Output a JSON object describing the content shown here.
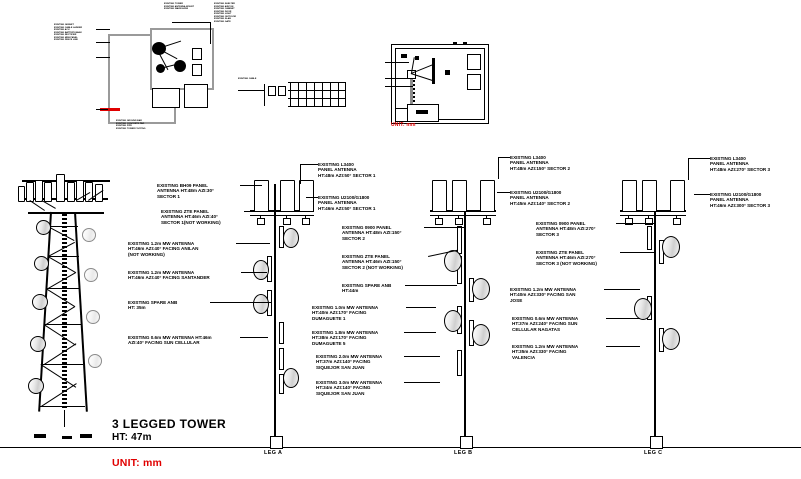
{
  "drawing": {
    "title": "3 LEGGED TOWER",
    "height_note": "HT: 47m",
    "unit_note": "UNIT: mm",
    "unit_note_plan": "UNIT: mm",
    "colors": {
      "ink": "#000000",
      "accent_red": "#e00000",
      "detail_gray": "#8c8c8c",
      "dish_fill": "#dcdcdc"
    }
  },
  "legs": [
    {
      "id": "leg-a",
      "label": "LEG A"
    },
    {
      "id": "leg-b",
      "label": "LEG B"
    },
    {
      "id": "leg-c",
      "label": "LEG C"
    }
  ],
  "annotations": {
    "leg_a_left": [
      {
        "id": "a1",
        "text": "EXISTING BH09 PANEL\nANTENNA HT:48m AZI:30°\nSECTOR 1"
      },
      {
        "id": "a2",
        "text": "EXISTING ZTE PANEL\nANTENNA HT:46m AZI:40°\nSECTOR 1(NOT WORKING)"
      },
      {
        "id": "a3",
        "text": "EXISTING 1.2m MW ANTENNA\nHT:46m AZI:40° FACING ANILAN\n(NOT WORKING)"
      },
      {
        "id": "a4",
        "text": "EXISTING 1.2m MW ANTENNA\nHT:46m AZI:40° FACING SANTANDER"
      },
      {
        "id": "a5",
        "text": "EXISTING  SPARE ANB\nHT: 35m"
      },
      {
        "id": "a6",
        "text": "EXISTING 0.6m MW ANTENNA HT:46m\nAZI:40° FACING SUN CELLULAR"
      }
    ],
    "leg_a_right": [
      {
        "id": "b1",
        "text": "EXISTING L3400\nPANEL ANTENNA\nHT:48m AZI:50° SECTOR 1"
      },
      {
        "id": "b2",
        "text": "EXISTING U2100/G1800\nPANEL ANTENNA\nHT:46m AZI:50° SECTOR 1"
      },
      {
        "id": "b3",
        "text": "EXISTING 0900 PANEL\nANTENNA HT:48m AZI:150°\nSECTOR 2"
      },
      {
        "id": "b4",
        "text": "EXISTING ZTE PANEL\nANTENNA HT:46m AZI:150°\nSECTOR 2 (NOT WORKING)"
      },
      {
        "id": "b5",
        "text": "EXISTING SPARE ANB\nHT:44m"
      },
      {
        "id": "b6",
        "text": "EXISTING 1.0m MW ANTENNA\nHT:40m AZI:170° FACING\nDUMAGUETE 1"
      },
      {
        "id": "b7",
        "text": "EXISTING 1.8m MW ANTENNA\nHT:38m AZI:170° FACING\nDUMAGUETE 5"
      },
      {
        "id": "b8",
        "text": "EXISTING 2.0m MW ANTENNA\nHT:37m AZI:140° FACING\nSIQUEJOR SAN JUAN"
      },
      {
        "id": "b9",
        "text": "EXISTING 3.0m MW ANTENNA\nHT:34m AZI:140° FACING\nSIQUEJOR SAN JUAN"
      }
    ],
    "leg_b_right": [
      {
        "id": "c1",
        "text": "EXISTING L3400\nPANEL ANTENNA\nHT:48m AZI:150° SECTOR 2"
      },
      {
        "id": "c2",
        "text": "EXISTING U2100/G1800\nPANEL ANTENNA\nHT:45m AZI:140° SECTOR 2"
      },
      {
        "id": "c3",
        "text": "EXISTING 0900 PANEL\nANTENNA HT:48m AZI:270°\nSECTOR 3"
      },
      {
        "id": "c4",
        "text": "EXISTING ZTE PANEL\nANTENNA HT:46m AZI:270°\nSECTOR 3 (NOT WORKING)"
      },
      {
        "id": "c5",
        "text": "EXISTING 1.2m MW ANTENNA\nHT:40m AZI:330° FACING SAN\nJOSE"
      },
      {
        "id": "c6",
        "text": "EXISTING 0.6m MW ANTENNA\nHT:37m AZI:240° FACING SUN\nCELLULAR NAGATAS"
      },
      {
        "id": "c7",
        "text": "EXISTING 1.2m MW ANTENNA\nHT:35m AZI:330° FACING\nVALENCIA"
      }
    ],
    "leg_c_right": [
      {
        "id": "d1",
        "text": "EXISTING L3400\nPANEL ANTENNA\nHT:48m AZI:270° SECTOR 3"
      },
      {
        "id": "d2",
        "text": "EXISTING U2100/G1800\nPANEL ANTENNA\nHT:46m AZI:300° SECTOR 3"
      }
    ]
  },
  "plan_detail": {
    "caption": "UNIT: mm",
    "note": "site plan detail"
  }
}
